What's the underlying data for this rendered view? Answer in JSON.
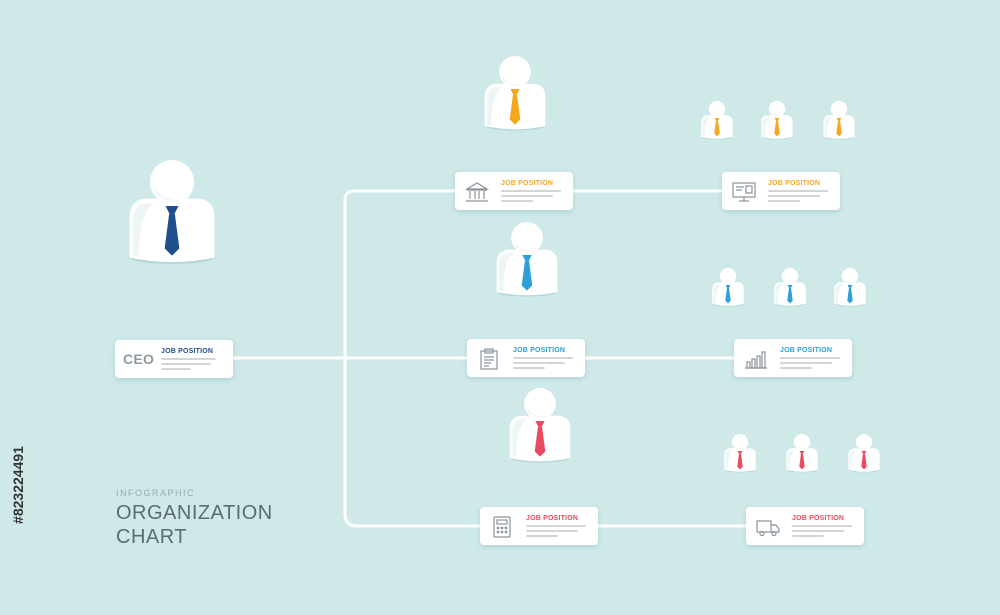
{
  "colors": {
    "background": "#cfe9e9",
    "ceo_tie": "#1f4e8c",
    "branch_yellow": "#f5a81c",
    "branch_blue": "#2b9fd6",
    "branch_red": "#e84b5f",
    "connector": "#ffffff"
  },
  "ceo": {
    "badge": "CEO",
    "title": "JOB POSITION",
    "tie_color": "#1f4e8c"
  },
  "branches": [
    {
      "accent": "#f5a81c",
      "manager": {
        "title": "JOB POSITION",
        "icon": "bank-icon"
      },
      "team": {
        "title": "JOB POSITION",
        "icon": "monitor-icon",
        "member_count": 3
      }
    },
    {
      "accent": "#2b9fd6",
      "manager": {
        "title": "JOB POSITION",
        "icon": "clipboard-icon"
      },
      "team": {
        "title": "JOB POSITION",
        "icon": "bar-chart-icon",
        "member_count": 3
      }
    },
    {
      "accent": "#e84b5f",
      "manager": {
        "title": "JOB POSITION",
        "icon": "calculator-icon"
      },
      "team": {
        "title": "JOB POSITION",
        "icon": "delivery-truck-icon",
        "member_count": 3
      }
    }
  ],
  "heading": {
    "subtitle": "INFOGRAPHIC",
    "title_line1": "ORGANIZATION",
    "title_line2": "CHART"
  },
  "stock_id": "#823224491"
}
